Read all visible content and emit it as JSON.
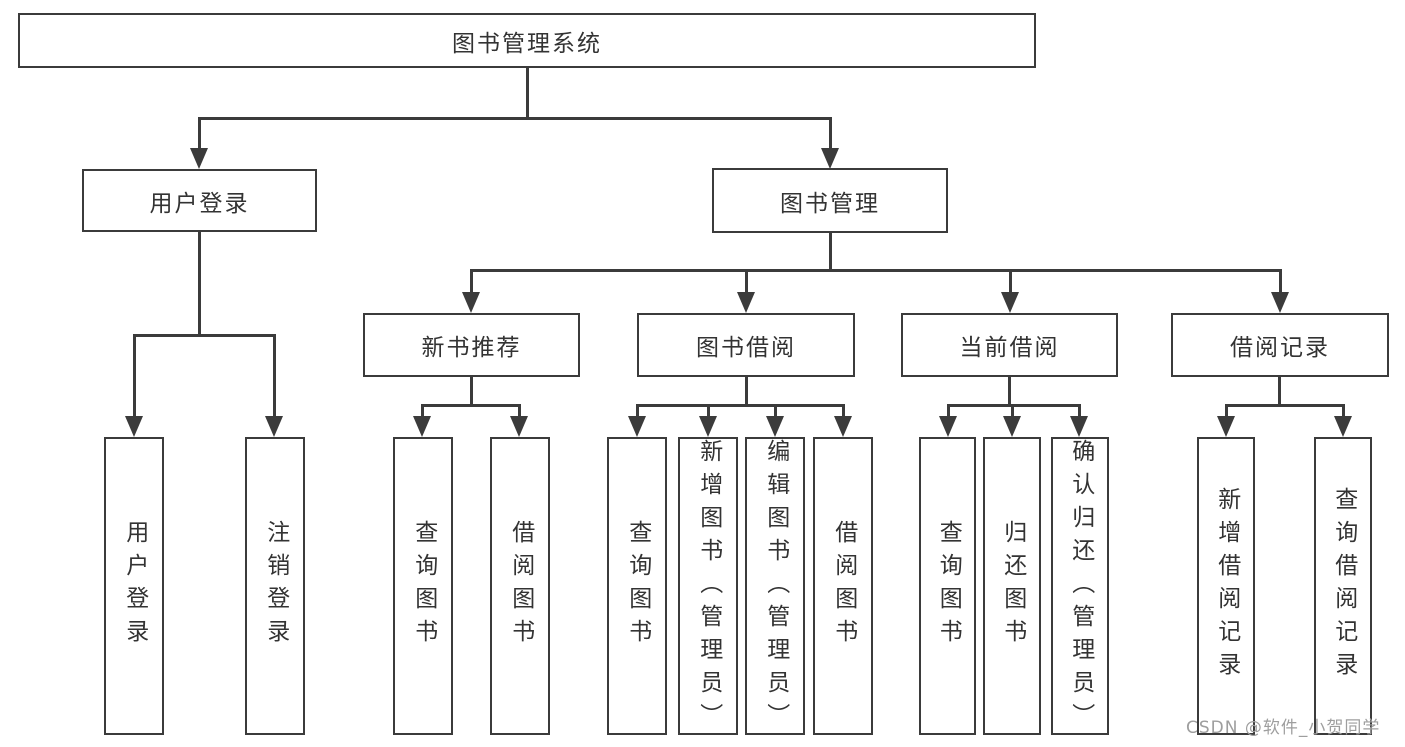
{
  "diagram": {
    "root": {
      "label": "图书管理系统"
    },
    "branches": [
      {
        "label": "用户登录",
        "children": [
          {
            "label": "用户登录"
          },
          {
            "label": "注销登录"
          }
        ]
      },
      {
        "label": "图书管理",
        "children": [
          {
            "label": "新书推荐",
            "children": [
              {
                "label": "查询图书"
              },
              {
                "label": "借阅图书"
              }
            ]
          },
          {
            "label": "图书借阅",
            "children": [
              {
                "label": "查询图书"
              },
              {
                "label": "新增图书（管理员）"
              },
              {
                "label": "编辑图书（管理员）"
              },
              {
                "label": "借阅图书"
              }
            ]
          },
          {
            "label": "当前借阅",
            "children": [
              {
                "label": "查询图书"
              },
              {
                "label": "归还图书"
              },
              {
                "label": "确认归还（管理员）"
              }
            ]
          },
          {
            "label": "借阅记录",
            "children": [
              {
                "label": "新增借阅记录"
              },
              {
                "label": "查询借阅记录"
              }
            ]
          }
        ]
      }
    ]
  },
  "watermark": {
    "text": "CSDN @软件_小贺同学"
  },
  "colors": {
    "line": "#3b3b3b",
    "text": "#333333",
    "background": "#ffffff",
    "watermark": "#9e9e9e"
  }
}
